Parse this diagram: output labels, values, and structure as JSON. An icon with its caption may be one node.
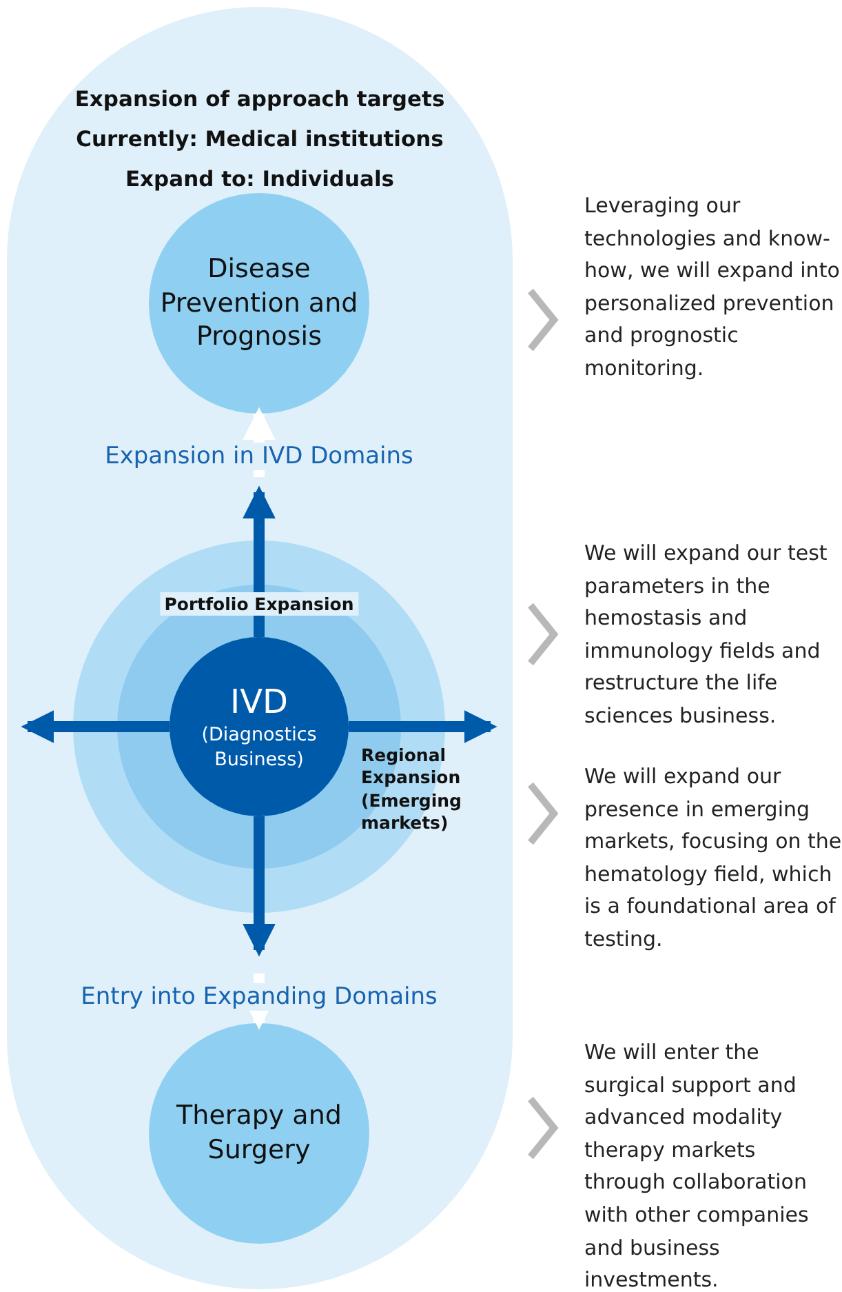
{
  "diagram": {
    "nodes": [
      {
        "text": [
          "Expansion of approach targets",
          "Currently: Medical institutions",
          "Expand to: Individuals"
        ]
      },
      {
        "text": [
          "Disease Prevention and Prognosis"
        ],
        "in": 0
      },
      {
        "text": [
          "IVD",
          "(Diagnostics Business)"
        ],
        "in": 0
      },
      {
        "text": [
          "Therapy and Surgery"
        ],
        "in": 0
      }
    ],
    "edges": [
      {
        "from": 2,
        "to": null,
        "arrow": "to",
        "label": "Portfolio Expansion"
      },
      {
        "from": null,
        "to": 1,
        "arrow": "to",
        "label": "Expansion in IVD Domains",
        "color": "#ffffff"
      },
      {
        "from": 2,
        "to": null,
        "arrow": "to"
      },
      {
        "from": 2,
        "to": null,
        "arrow": "to",
        "label": "Regional Expansion (Emerging markets)"
      },
      {
        "from": 2,
        "to": null,
        "arrow": "to"
      },
      {
        "from": null,
        "to": 3,
        "arrow": "to",
        "label": "Entry into Expanding Domains",
        "color": "#ffffff"
      }
    ],
    "labels": [
      "Leveraging our technologies and know-how, we will expand into personalized prevention and prognostic monitoring.",
      "We will expand our test parameters in the hemostasis and immunology fields and restructure the life sciences business.",
      "We will expand our presence in emerging markets, focusing on the hematology field, which is a foundational area of testing.",
      "We will enter the surgical support and advanced modality therapy markets through collaboration with other companies and business investments."
    ]
  }
}
